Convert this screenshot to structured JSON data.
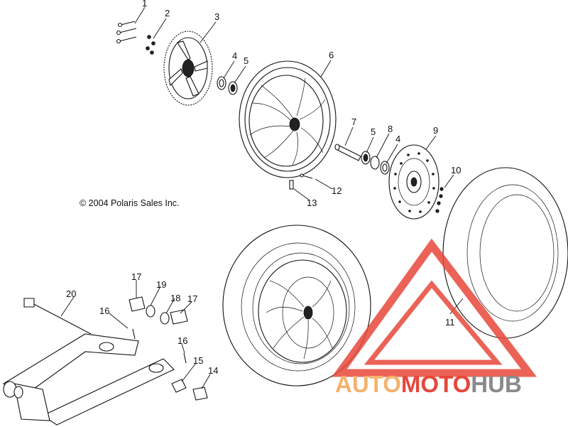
{
  "diagram": {
    "copyright": "© 2004 Polaris Sales Inc.",
    "callouts": [
      "1",
      "2",
      "3",
      "4",
      "5",
      "6",
      "7",
      "5",
      "8",
      "4",
      "9",
      "10",
      "11",
      "12",
      "13",
      "14",
      "15",
      "16",
      "16",
      "17",
      "17",
      "18",
      "19",
      "20"
    ]
  },
  "watermark": {
    "part1": "AUTO",
    "part2": "MOTO",
    "part3": "HUB",
    "colors": {
      "orange": "#f5b26b",
      "red": "#e8463a",
      "gray": "#8a8a8a"
    }
  }
}
